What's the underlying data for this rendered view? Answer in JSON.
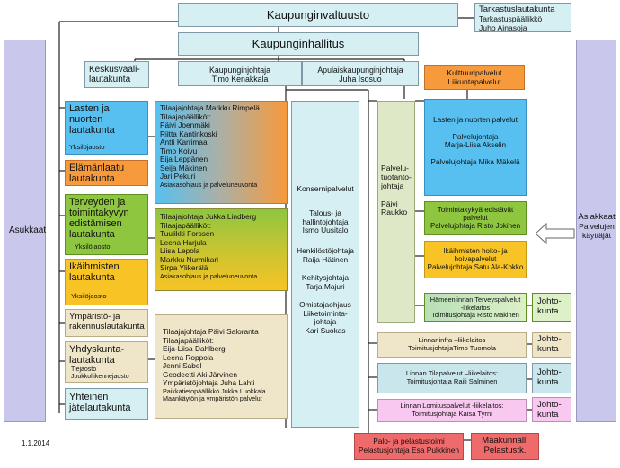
{
  "colors": {
    "cyan": "#d6eff2",
    "lavender": "#c9c8ec",
    "green_light": "#dfe8c6",
    "blue": "#57c0f0",
    "orange": "#f79a3c",
    "green": "#8ec63f",
    "yellow": "#f7c325",
    "beige": "#efe5c8",
    "pink": "#f9c8f0",
    "red": "#ef6b6b",
    "teal": "#c8e6ec"
  },
  "top": {
    "valtuusto": "Kaupunginvaltuusto",
    "hallitus": "Kaupunginhallitus",
    "tarkastus": [
      "Tarkastuslautakunta",
      "Tarkastuspäällikkö",
      "Juho Ainasoja"
    ]
  },
  "sides": {
    "asukkaat": "Asukkaat",
    "asiakkaat": [
      "Asiakkaat",
      "Palvelujen",
      "käyttäjät"
    ]
  },
  "leaders": {
    "keskusvaali": [
      "Keskusvaali-",
      "lautakunta"
    ],
    "kaupunginjohtaja": [
      "Kaupunginjohtaja",
      "Timo Kenakkala"
    ],
    "apulais": [
      "Apulaiskaupunginjohtaja",
      "Juha Isosuo"
    ],
    "kulttuuri": [
      "Kulttuuripalvelut",
      "Liikuntapalvelut"
    ]
  },
  "boards": {
    "lasten": {
      "name": [
        "Lasten ja",
        "nuorten",
        "lautakunta"
      ],
      "sub": "Yksilöjaosto"
    },
    "elamanlaatu": {
      "name": [
        "Elämänlaatu",
        "lautakunta"
      ]
    },
    "terveyden": {
      "name": [
        "Terveyden ja",
        "toimintakyvyn",
        "edistämisen",
        "lautakunta"
      ],
      "sub": "Yksilöjaosto"
    },
    "ikaihmisten": {
      "name": [
        "Ikäihmisten",
        "lautakunta"
      ],
      "sub": "Yksilöjaosto"
    },
    "ymparisto": {
      "name": [
        "Ympäristö- ja",
        "rakennuslautakunta"
      ]
    },
    "yhdyskunta": {
      "name": [
        "Yhdyskunta-",
        "lautakunta"
      ],
      "sub": [
        "Tiejaosto",
        "Joukkoliikennejaosto"
      ]
    },
    "jatelautakunta": {
      "name": [
        "Yhteinen",
        "jätelautakunta"
      ]
    }
  },
  "tilaaja": {
    "t1": [
      "Tilaajajohtaja Markku Rimpelä",
      "Tilaajapäälliköt:",
      "Päivi Joenmäki",
      "Riitta Kantinkoski",
      "Antti Karrimaa",
      "Timo Koivu",
      "Eija Leppänen",
      "Seija Mäkinen",
      "Jari Pekuri",
      "Asiakasohjaus ja palveluneuvonta"
    ],
    "t2": [
      "Tilaajajohtaja Jukka Lindberg",
      "Tilaajapäälliköt:",
      "Tuulikki Forssén",
      "Leena Harjula",
      "Liisa Lepola",
      "Markku Nurmikari",
      "Sirpa Ylikerälä",
      "Asiakasohjaus ja palveluneuvonta"
    ],
    "t3": [
      "Tilaajajohtaja Päivi Saloranta",
      "Tilaajapäälliköt:",
      "Eija-Liisa Dahlberg",
      "Leena Roppola",
      "Jenni Sabel",
      "Geodeetti Aki Järvinen",
      "Ympäristöjohtaja Juha Lahti",
      "Paikkatietopäällikkö Jukka Luokkala",
      "Maankäytön ja ympäristön palvelut"
    ]
  },
  "konserni": {
    "title": "Konsernipalvelut",
    "groups": [
      [
        "Talous- ja",
        "hallintojohtaja",
        "Ismo Uusitalo"
      ],
      [
        "Henkilöstöjohtaja",
        "Raija Hätinen"
      ],
      [
        "Kehitysjohtaja",
        "Tarja Majuri"
      ],
      [
        "Omistajaohjaus",
        "Liiketoiminta-",
        "johtaja",
        "Kari Suokas"
      ]
    ]
  },
  "tuotanto": [
    "Palvelu-",
    "tuotanto-",
    "johtaja",
    "",
    "Päivi",
    "Raukko"
  ],
  "services": {
    "lasten": [
      "Lasten ja nuorten palvelut",
      "",
      "Palvelujohtaja",
      "Marja-Liisa Akselin",
      "",
      "Palvelujohtaja Mika Mäkelä"
    ],
    "toimintakyky": [
      "Toimintakykyä edistävät",
      "palvelut",
      "Palvelujohtaja  Risto Jokinen"
    ],
    "ikaihmisten": [
      "Ikäihmisten hoito- ja",
      "hoivapalvelut",
      "Palvelujohtaja  Satu Ala-Kokko"
    ],
    "hameenlinnan": [
      "Hämeenlinnan Terveyspalvelut",
      "-liikelaitos",
      "Toimitusjohtaja Risto Mäkinen"
    ],
    "linnaninfra": [
      "Linnaninfra –liikelaitos",
      "ToimitusjohtajaTimo Tuomola"
    ],
    "tilapalvelut": [
      "Linnan Tilapalvelut –liikelaitos:",
      "Toimitusjohtaja Raili Salminen"
    ],
    "lomitus": [
      "Linnan Lomituspalvelut -liikelaitos:",
      "Toimitusjohtaja Kaisa Tyrni"
    ],
    "palo": [
      "Palo- ja pelastustoimi",
      "Pelastusjohtaja Esa Pulkkinen"
    ],
    "maakunnall": [
      "Maakunnall.",
      "Pelastustk."
    ]
  },
  "johtokunta": [
    "Johto-",
    "kunta"
  ],
  "date": "1.1.2014"
}
